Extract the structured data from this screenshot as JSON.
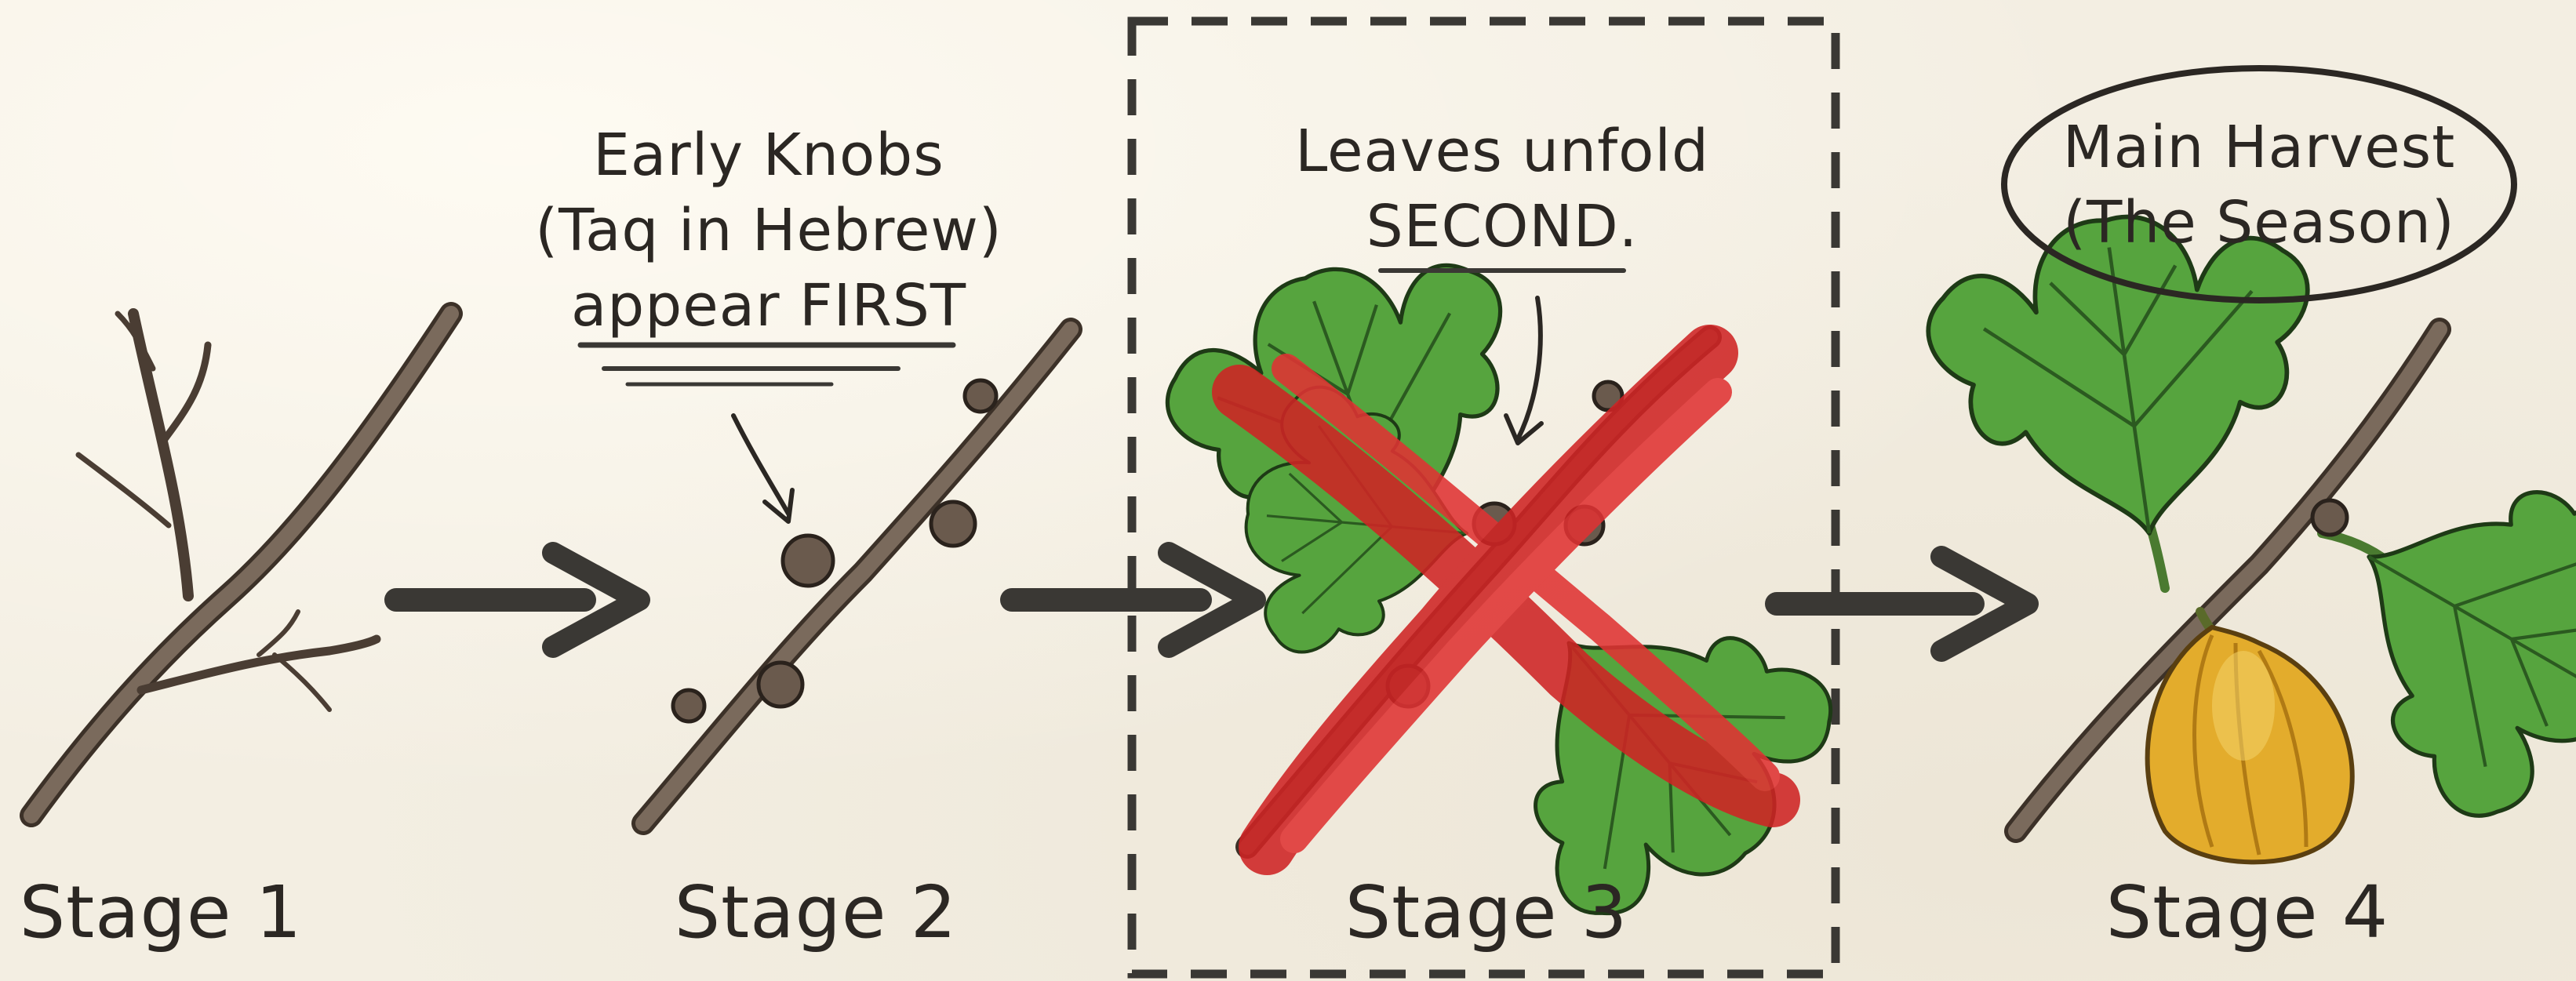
{
  "stages": [
    {
      "label": "Stage 1"
    },
    {
      "label": "Stage 2",
      "annotation": [
        "Early Knobs",
        "(Taq in Hebrew)",
        "appear FIRST"
      ]
    },
    {
      "label": "Stage 3",
      "annotation": [
        "Leaves unfold",
        "SECOND."
      ],
      "highlighted": true,
      "crossed_out": true
    },
    {
      "label": "Stage 4",
      "annotation": [
        "Main Harvest",
        "(The Season)"
      ]
    }
  ],
  "colors": {
    "background": "#f3eee2",
    "ink": "#2b2723",
    "branch": "#6b5a4c",
    "leaf": "#4f9e3a",
    "fig": "#e0a92a",
    "cross": "#d42a2a",
    "arrow": "#3a3834"
  },
  "icons": [
    "bare-branch-icon",
    "knobbed-branch-icon",
    "leafy-branch-icon",
    "fruiting-branch-icon",
    "arrow-right-icon",
    "red-x-mark-icon"
  ]
}
